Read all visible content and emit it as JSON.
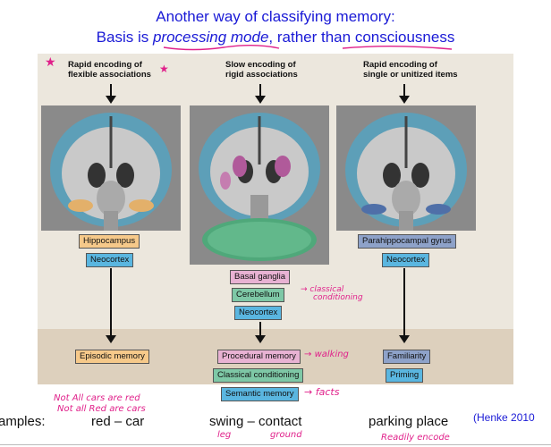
{
  "title": {
    "line1": "Another way of classifying memory:",
    "line2_pre": "Basis is ",
    "line2_em": "processing mode",
    "line2_mid": ", rather than ",
    "line2_end": "consciousness"
  },
  "columns": [
    {
      "heading_1": "Rapid encoding of",
      "heading_2": "flexible associations",
      "regions": [
        "Hippocampus",
        "Neocortex"
      ],
      "outputs": [
        "Episodic memory"
      ],
      "example": "red – car"
    },
    {
      "heading_1": "Slow encoding of",
      "heading_2": "rigid associations",
      "regions": [
        "Basal ganglia",
        "Cerebellum",
        "Neocortex"
      ],
      "outputs": [
        "Procedural memory",
        "Classical conditioning",
        "Semantic memory"
      ],
      "example": "swing – contact"
    },
    {
      "heading_1": "Rapid encoding of",
      "heading_2": "single or unitized items",
      "regions": [
        "Parahippocampal gyrus",
        "Neocortex"
      ],
      "outputs": [
        "Familiarity",
        "Priming"
      ],
      "example": "parking place"
    }
  ],
  "examples_label": "amples:",
  "citation": "(Henke 2010",
  "annotations": {
    "star1": "★",
    "star2": "★",
    "classical_1": "classical",
    "classical_2": "conditioning",
    "walking": "walking",
    "facts": "facts",
    "not_all_1": "Not All cars are red",
    "not_all_2": "Not all Red are cars",
    "leg": "leg",
    "ground": "ground",
    "readily": "Readily encode"
  },
  "colors": {
    "title": "#1a1ad6",
    "panel": "#ece7dd",
    "band": "#ddd0bd",
    "hippocampus": "#f6c98a",
    "neocortex": "#5ab6e0",
    "parahippocampal": "#8ea2c9",
    "basal_ganglia": "#e8b2d3",
    "cerebellum": "#7ec8a6",
    "annotation": "#e0208a"
  }
}
